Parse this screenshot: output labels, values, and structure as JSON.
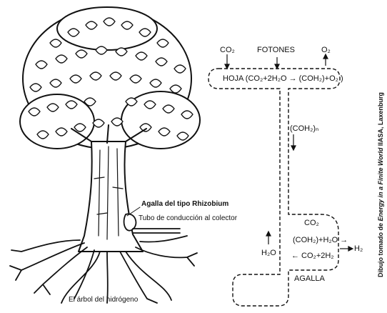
{
  "tree": {
    "gall_label": "Agalla del tipo Rhizobium",
    "tube_label": "Tubo de conducción al colector",
    "root_label": "El árbol del hidrógeno"
  },
  "schema": {
    "co2_top": "CO₂",
    "photons": "FOTONES",
    "o2_top": "O₂",
    "leaf_reaction": "HOJA (CO₂+2H₂O → (COH₂)+O₂ )",
    "sugar_flow": "(COH₂)ₙ",
    "water_up": "H₂O",
    "gall_co2": "CO₂",
    "gall_reaction_1": "(COH₂)+H₂O →",
    "gall_reaction_2": "← CO₂+2H₂",
    "h2_out": "H₂",
    "gall_name": "AGALLA"
  },
  "credit": {
    "prefix": "Dibujo tomado de ",
    "title": "Energy in a Finite World",
    "suffix": " IIASA, Laxenburg"
  }
}
